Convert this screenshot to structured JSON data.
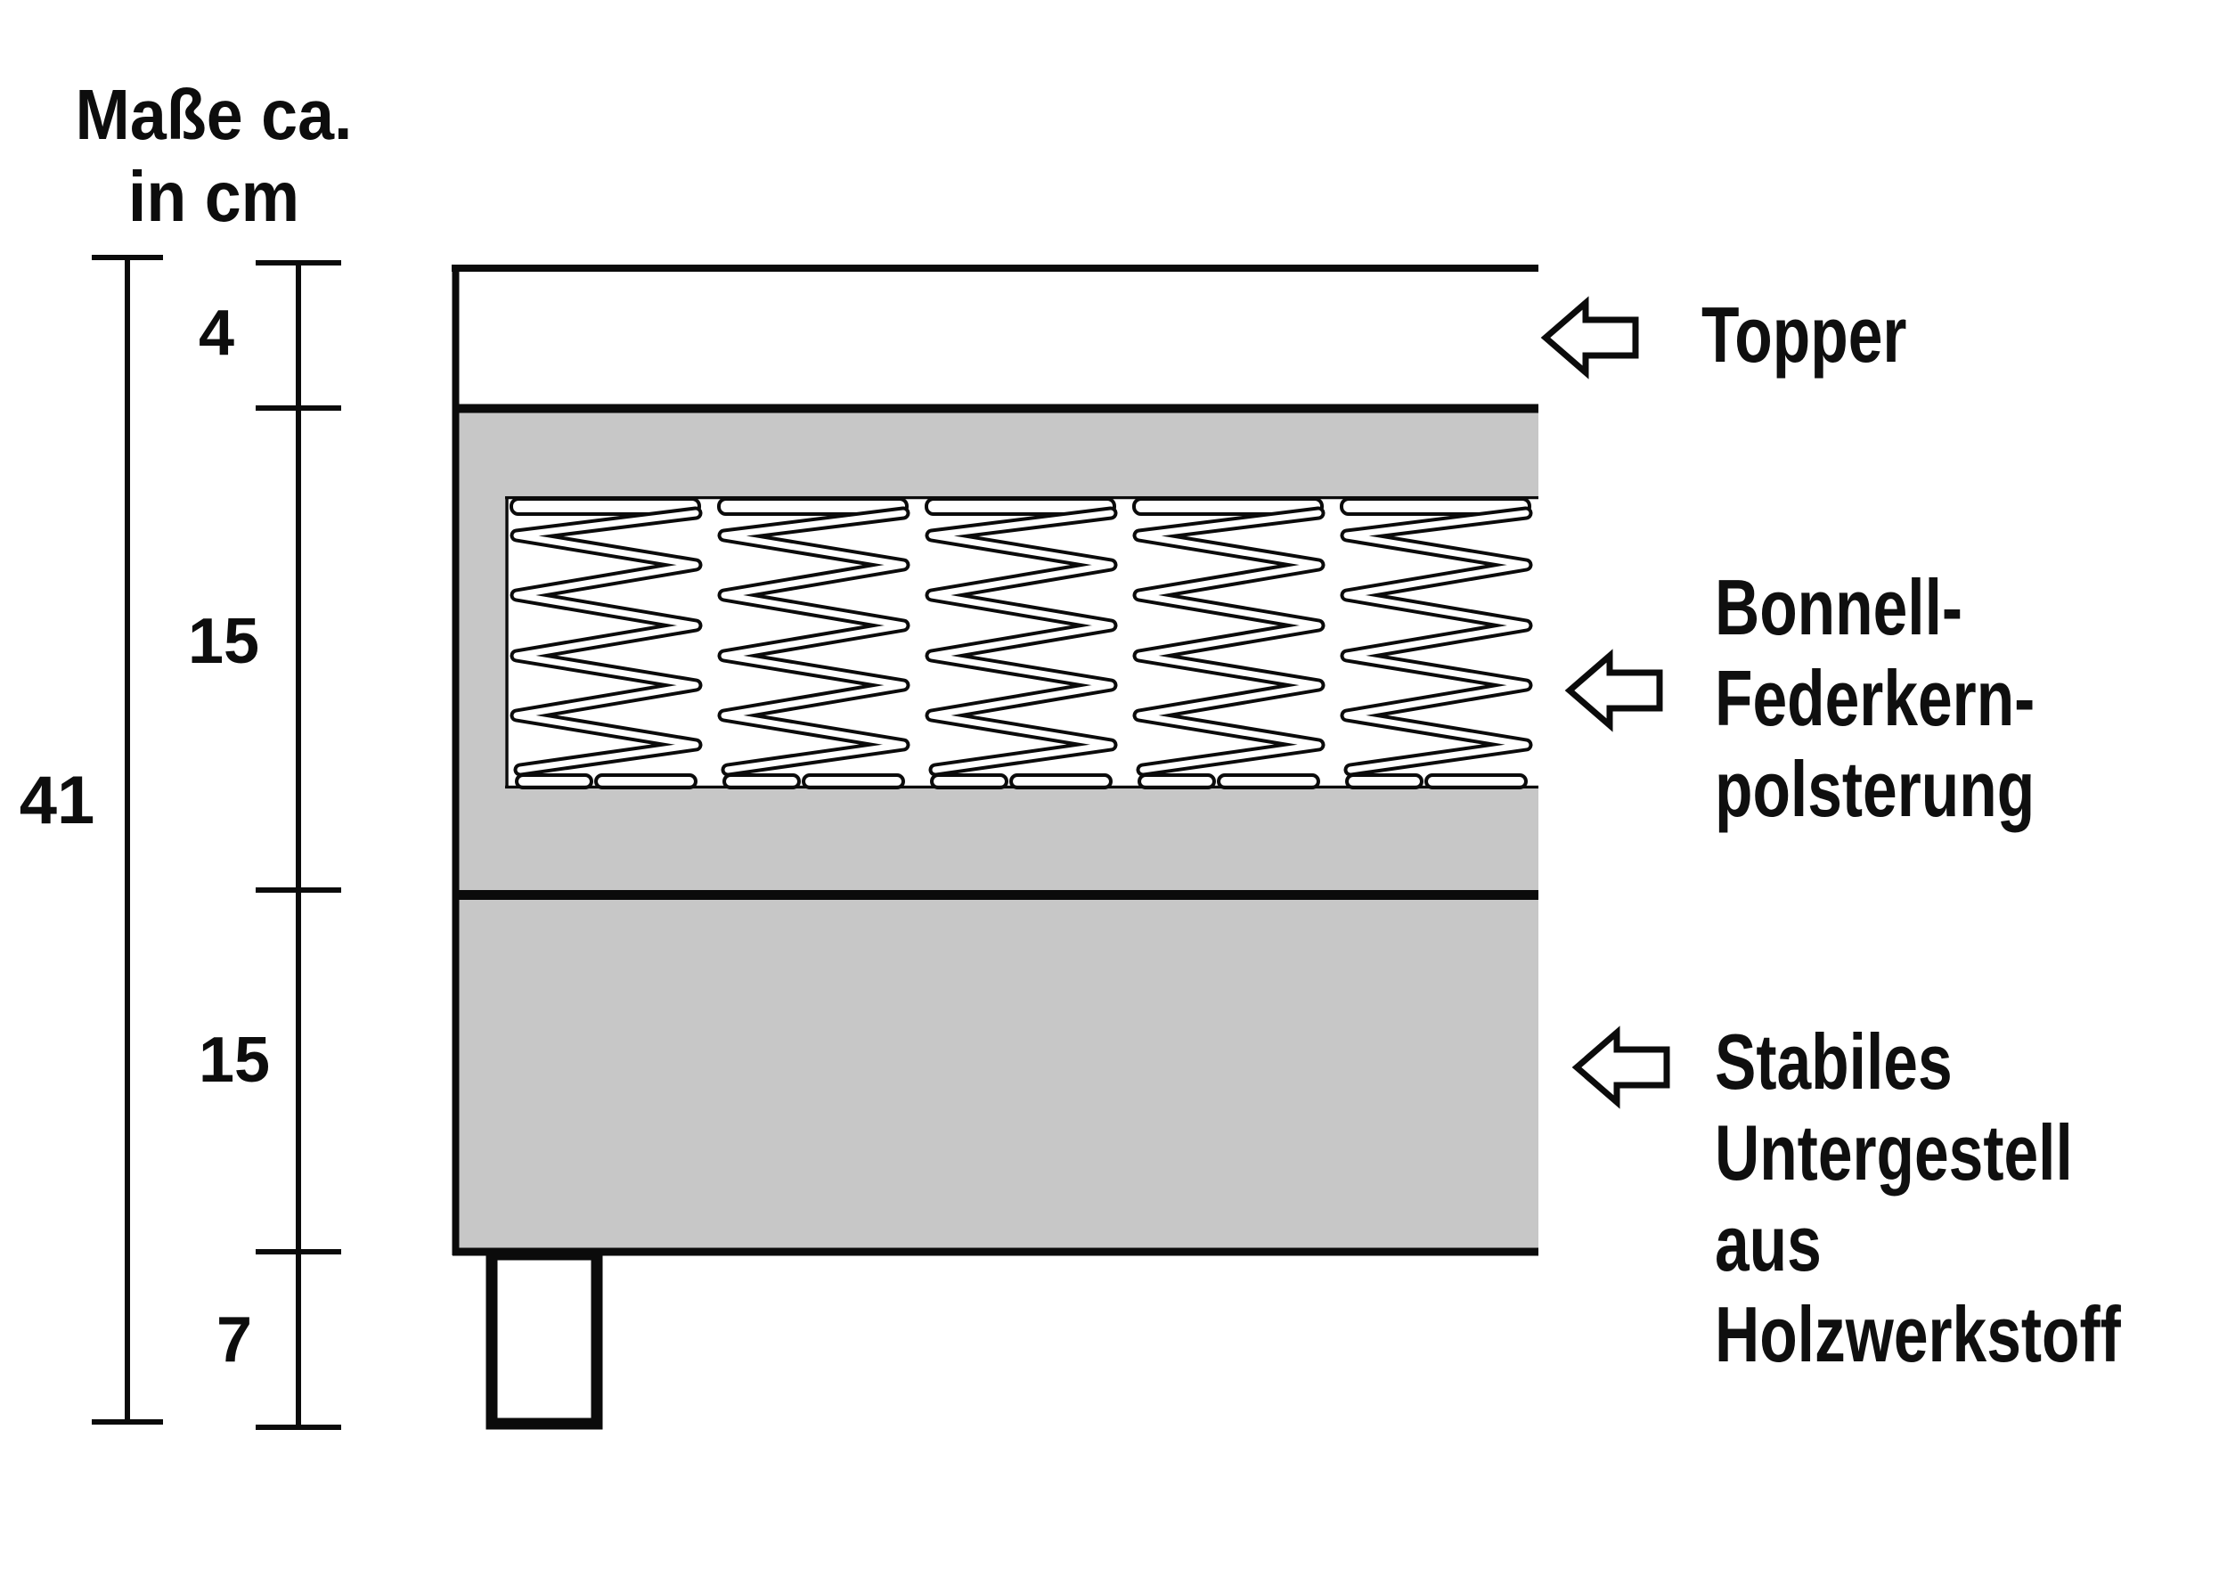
{
  "title": {
    "line1": "Maße ca.",
    "line2": "in cm"
  },
  "ruler": {
    "total": "41",
    "segments": [
      {
        "value": "4"
      },
      {
        "value": "15"
      },
      {
        "value": "15"
      },
      {
        "value": "7"
      }
    ]
  },
  "annotations": {
    "topper": {
      "line1": "Topper"
    },
    "springs": {
      "line1": "Bonnell-",
      "line2": "Federkern-",
      "line3": "polsterung"
    },
    "base": {
      "line1": "Stabiles",
      "line2": "Untergestell",
      "line3": "aus",
      "line4": "Holzwerkstoff"
    }
  },
  "icons": {
    "annotation_arrow": "left-outline-arrow-icon"
  },
  "colors": {
    "upholstery_gray": "#c7c7c7",
    "line_black": "#0b0b0b",
    "spring_white": "#ffffff"
  }
}
